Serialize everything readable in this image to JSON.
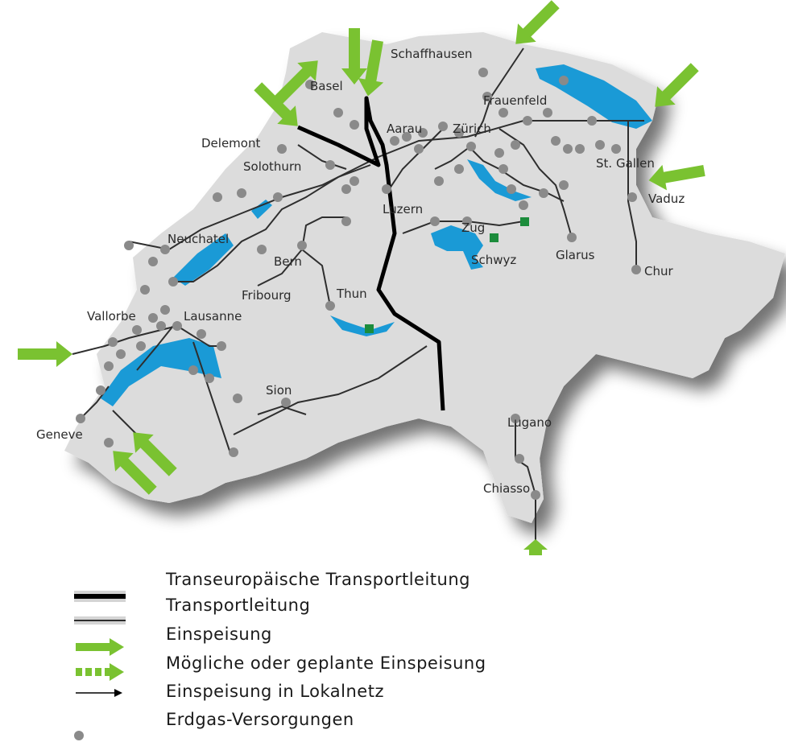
{
  "cities": [
    "Schaffhausen",
    "Basel",
    "Frauenfeld",
    "Aarau",
    "Zürich",
    "Delemont",
    "St. Gallen",
    "Solothurn",
    "Vaduz",
    "Luzern",
    "Zug",
    "Neuchatel",
    "Bern",
    "Schwyz",
    "Glarus",
    "Chur",
    "Fribourg",
    "Thun",
    "Vallorbe",
    "Lausanne",
    "Sion",
    "Geneve",
    "Lugano",
    "Chiasso"
  ],
  "legend": [
    "Transeuropäische Transportleitung",
    "Transportleitung",
    "Einspeisung",
    "Mögliche oder geplante Einspeisung",
    "Einspeisung in Lokalnetz",
    "Erdgas-Versorgungen"
  ],
  "colors": {
    "country": "#dcdcdc",
    "lake": "#1a9ad6",
    "arrow": "#7ac231",
    "transeuropean_pipeline": "#000000",
    "pipeline": "#2e2e2e",
    "supply_point": "#8a8a8a",
    "storage": "#1c8c3c"
  }
}
